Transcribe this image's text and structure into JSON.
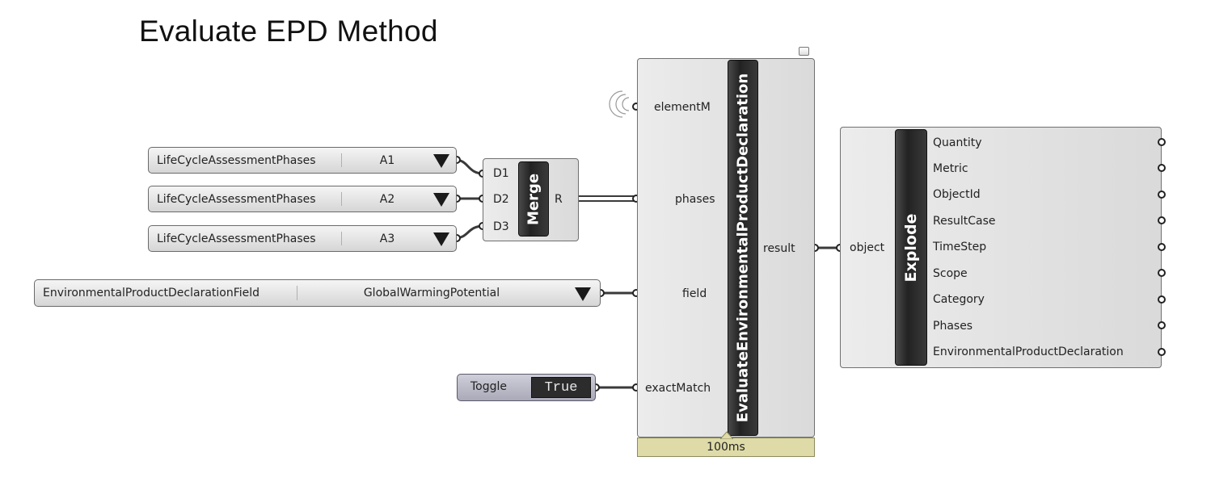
{
  "title": "Evaluate EPD Method",
  "phase_lists": [
    {
      "name": "LifeCycleAssessmentPhases",
      "value": "A1"
    },
    {
      "name": "LifeCycleAssessmentPhases",
      "value": "A2"
    },
    {
      "name": "LifeCycleAssessmentPhases",
      "value": "A3"
    }
  ],
  "field_list": {
    "name": "EnvironmentalProductDeclarationField",
    "value": "GlobalWarmingPotential"
  },
  "toggle": {
    "name": "Toggle",
    "value": "True"
  },
  "merge": {
    "name": "Merge",
    "inputs": [
      "D1",
      "D2",
      "D3"
    ],
    "output": "R"
  },
  "evaluate": {
    "name": "EvaluateEnvironmentalProductDeclaration",
    "inputs": [
      "elementM",
      "phases",
      "field",
      "exactMatch"
    ],
    "output": "result",
    "timing": "100ms"
  },
  "explode": {
    "name": "Explode",
    "input": "object",
    "outputs": [
      "Quantity",
      "Metric",
      "ObjectId",
      "ResultCase",
      "TimeStep",
      "Scope",
      "Category",
      "Phases",
      "EnvironmentalProductDeclaration"
    ]
  },
  "colors": {
    "wire": "#3a3a3a",
    "component_bar": "#2a2a2a",
    "timing_bg": "#dedba8"
  }
}
